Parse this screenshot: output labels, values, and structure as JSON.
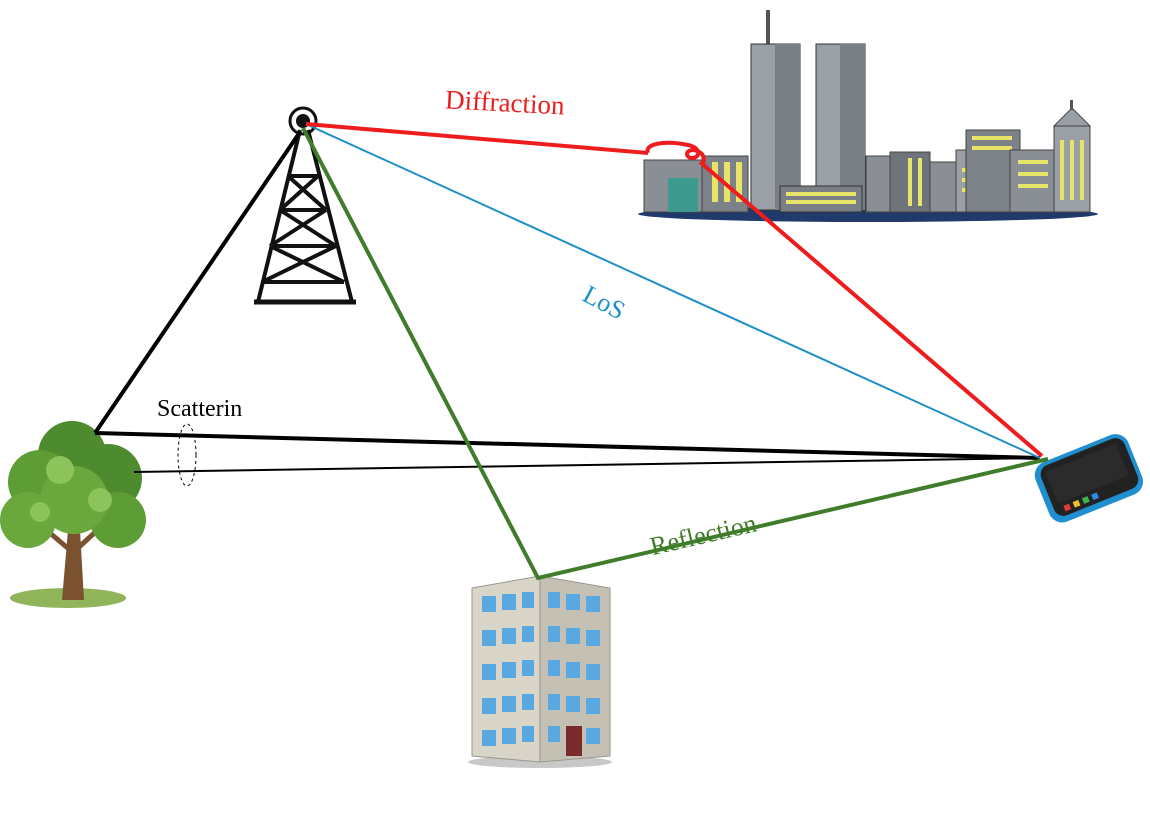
{
  "labels": {
    "diffraction": "Diffraction",
    "los": "LoS",
    "scattering": "Scatterin",
    "reflection": "Reflection"
  },
  "colors": {
    "diffraction": "#ee1c1c",
    "los": "#1d8fc9",
    "reflection": "#3f7d2a",
    "scattering": "#000000"
  },
  "icons": [
    "tower-icon",
    "city-skyline-icon",
    "tree-icon",
    "office-building-icon",
    "smartphone-icon"
  ]
}
